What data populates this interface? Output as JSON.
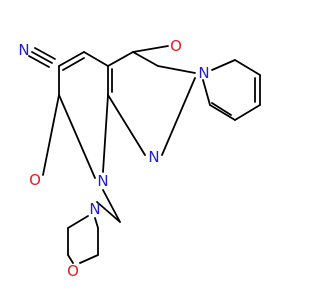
{
  "molecule": {
    "atom_labels": {
      "nitrile_N": "N",
      "ketone_O_top": "O",
      "ketone_O_left": "O",
      "ring_N_fused": "N",
      "ring_N_amide": "N",
      "ring_N_imine": "N",
      "morpholine_N": "N",
      "morpholine_O": "O"
    },
    "colors": {
      "bond": "#000000",
      "nitrogen": "#1f1fcc",
      "oxygen": "#e01f1f",
      "carbon_label": "#000000"
    }
  }
}
